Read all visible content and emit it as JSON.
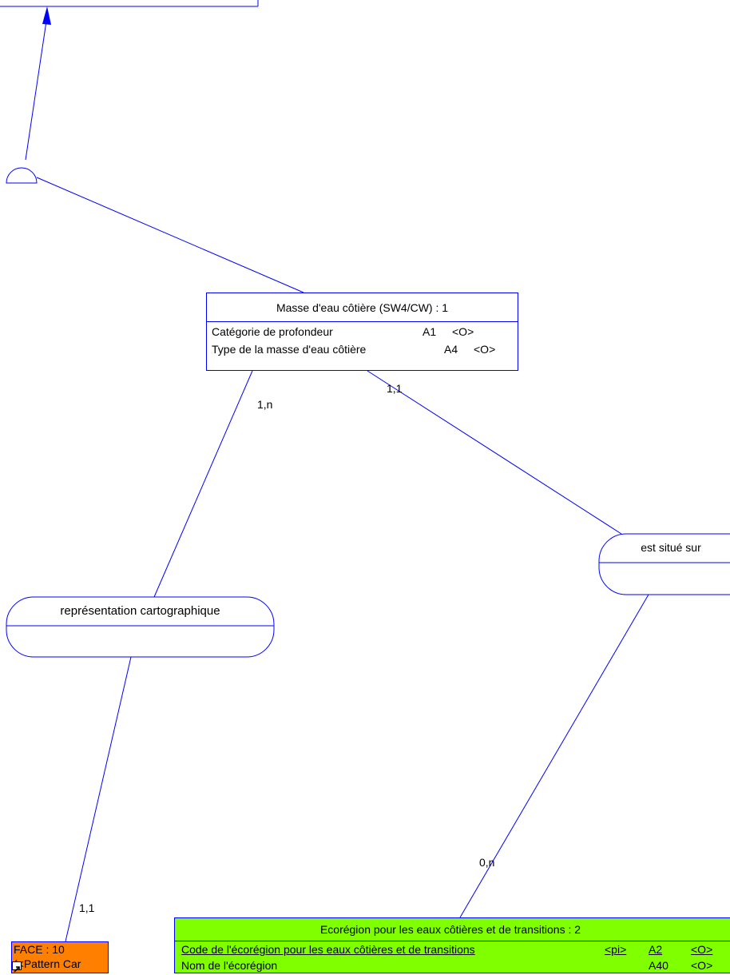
{
  "colors": {
    "line": "#0000ff",
    "green": "#80ff00",
    "orange": "#ff8000"
  },
  "entities": {
    "masse": {
      "title": "Masse d'eau côtière (SW4/CW) : 1",
      "attributes": [
        {
          "name": "Catégorie de profondeur",
          "type": "A1",
          "flag": "<O>"
        },
        {
          "name": "Type de la masse d'eau côtière",
          "type": "A4",
          "flag": "<O>"
        }
      ]
    },
    "ecoregion": {
      "title": "Ecorégion pour les eaux côtières et de transitions : 2",
      "attributes": [
        {
          "name": "Code de l'écorégion pour les eaux côtières et de transitions",
          "key": "<pi>",
          "type": "A2",
          "flag": "<O>"
        },
        {
          "name": "Nom de l'écorégion",
          "key": "",
          "type": "A40",
          "flag": "<O>"
        }
      ]
    },
    "face": {
      "line1": "FACE : 10",
      "line2": "(<Pattern Car"
    }
  },
  "associations": {
    "representation": "représentation cartographique",
    "situe": "est situé sur"
  },
  "cardinalities": {
    "masse_repr": "1,n",
    "masse_situe": "1,1",
    "repr_face": "1,1",
    "situe_eco": "0,n"
  },
  "icons": {
    "shortcut": "shortcut-arrow-icon",
    "inheritance": "inheritance-half-circle-icon"
  }
}
